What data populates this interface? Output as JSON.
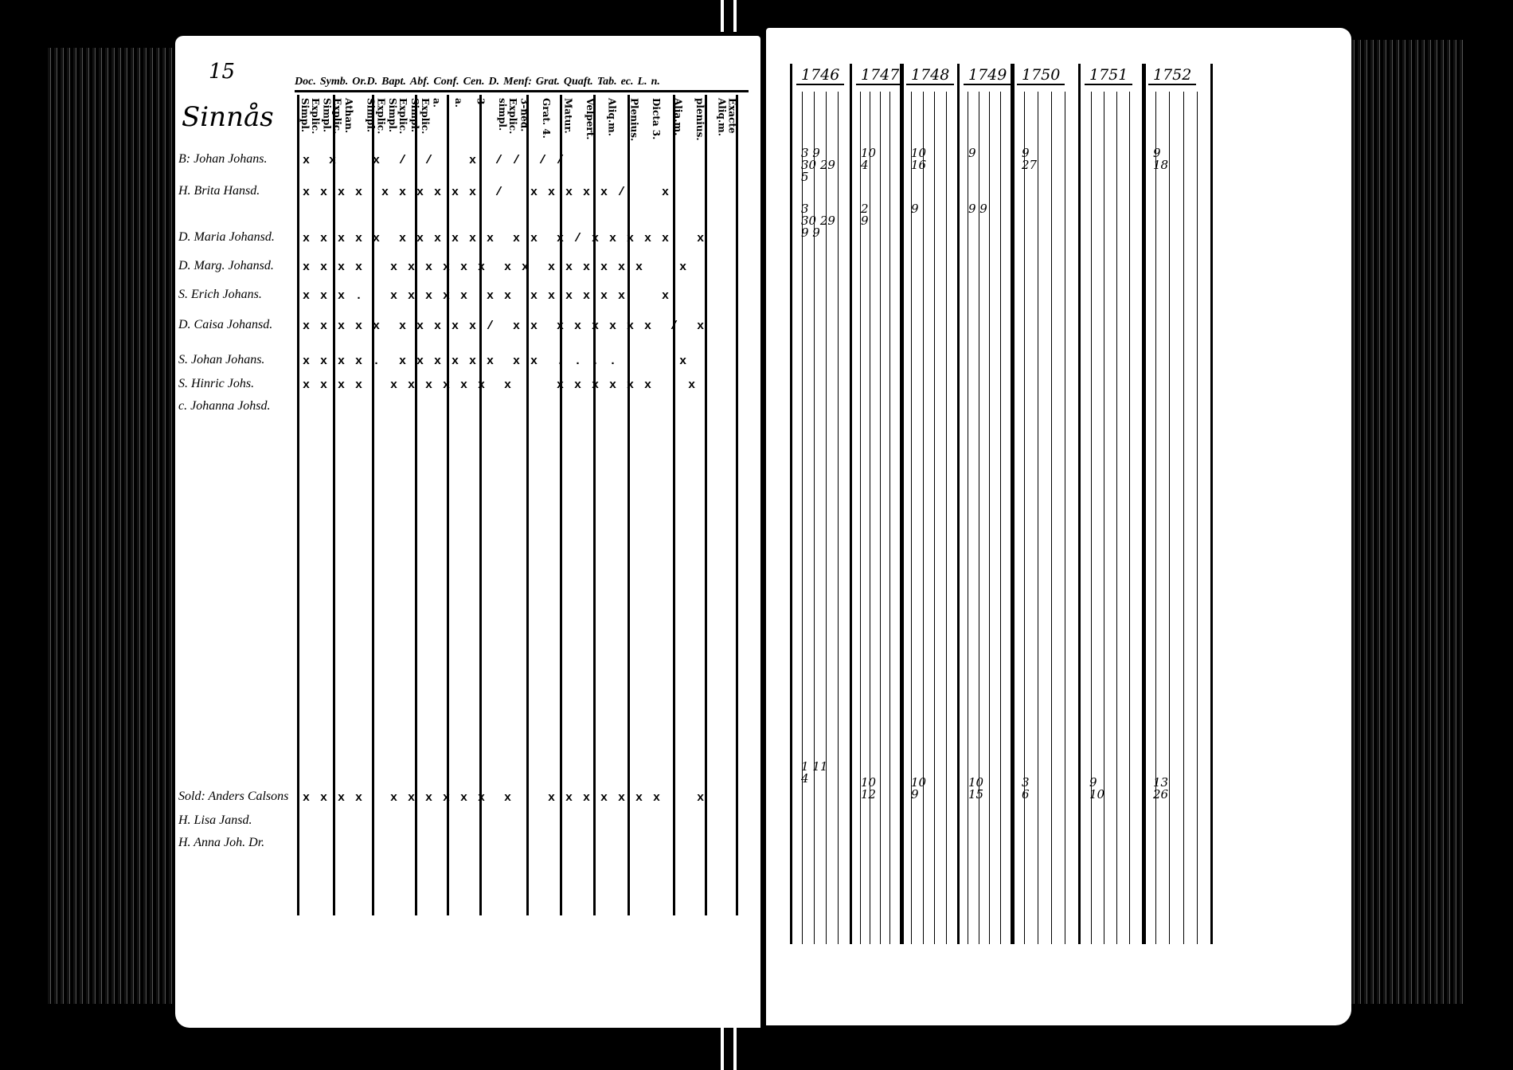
{
  "left_page": {
    "folio": "15",
    "section": "Sinnås",
    "header_groups": [
      "Doc.",
      "Symb.",
      "Or.D.",
      "Bapt.",
      "Abf.",
      "Conf.",
      "Cen.",
      "D.",
      "Menf:",
      "Grat.",
      "Quaft.",
      "Tab.",
      "ec.",
      "L.",
      "n."
    ],
    "column_headers": [
      "Explic.\nSimpl.",
      "Explic.\nSimpl.",
      "Athan.",
      "Explic.\nSimpl.",
      "Explic.\nSimpl.",
      "Explic.\nSimpl.",
      "a.",
      "a.",
      "3",
      "Explic.\nsimpl.",
      "3-ned.",
      "Grat. 4.",
      "Matur.",
      "Velpert.",
      "Aliq.m.",
      "Plenius.",
      "Dicta 3.",
      "Alia.m.",
      "plenius.",
      "Exacte\nAliq.m."
    ],
    "rows": [
      {
        "name": "B: Johan Johans.",
        "marks": "x  x    x  /  /    x  / /  / /"
      },
      {
        "name": "H. Brita Hansd.",
        "marks": "x x x x  x x x x x x  /   x x x x x /    x"
      },
      {
        "name": "D. Maria Johansd.",
        "marks": "x x x x x  x x x x x x  x x  x / x x x x x   x"
      },
      {
        "name": "D. Marg. Johansd.",
        "marks": "x x x x   x x x x x x  x x  x x x x x x    x"
      },
      {
        "name": "S. Erich Johans.",
        "marks": "x x x .   x x x x x  x x  x x x x x x    x"
      },
      {
        "name": "D. Caisa Johansd.",
        "marks": "x x x x x  x x x x x /  x x  x x x x x x  /  x"
      },
      {
        "name": "S. Johan Johans.",
        "marks": "x x x x .  x x x x x x  x x  . . . .       x"
      },
      {
        "name": "S. Hinric Johs.",
        "marks": "x x x x   x x x x x x  x     x x x x x x    x"
      },
      {
        "name": "c. Johanna Johsd.",
        "marks": ""
      },
      {
        "name": "Sold: Anders Calsons",
        "marks": "x x x x   x x x x x x  x    x x x x x x x    x"
      },
      {
        "name": "H. Lisa Jansd.",
        "marks": ""
      },
      {
        "name": "H. Anna Joh. Dr.",
        "marks": ""
      }
    ]
  },
  "right_page": {
    "years": [
      "1746",
      "1747",
      "1748",
      "1749",
      "1750",
      "1751",
      "1752"
    ],
    "entries": [
      {
        "year": "1746",
        "text": "3 9\n30 29\n5"
      },
      {
        "year": "1747",
        "text": "10\n4"
      },
      {
        "year": "1748",
        "text": "10\n16"
      },
      {
        "year": "1749",
        "text": "9"
      },
      {
        "year": "1750",
        "text": "9\n27"
      },
      {
        "year": "1752",
        "text": "9\n18"
      },
      {
        "year": "1746",
        "text": "3\n30 29\n9 9"
      },
      {
        "year": "1747",
        "text": "2\n9"
      },
      {
        "year": "1748",
        "text": "9"
      },
      {
        "year": "1749",
        "text": "9 9"
      },
      {
        "year": "1746",
        "text": "1 11\n4"
      },
      {
        "year": "1747",
        "text": "10\n12"
      },
      {
        "year": "1748",
        "text": "10\n9"
      },
      {
        "year": "1749",
        "text": "10\n15"
      },
      {
        "year": "1750",
        "text": "3\n6"
      },
      {
        "year": "1751",
        "text": "9\n10"
      },
      {
        "year": "1752",
        "text": "13\n26"
      }
    ]
  }
}
